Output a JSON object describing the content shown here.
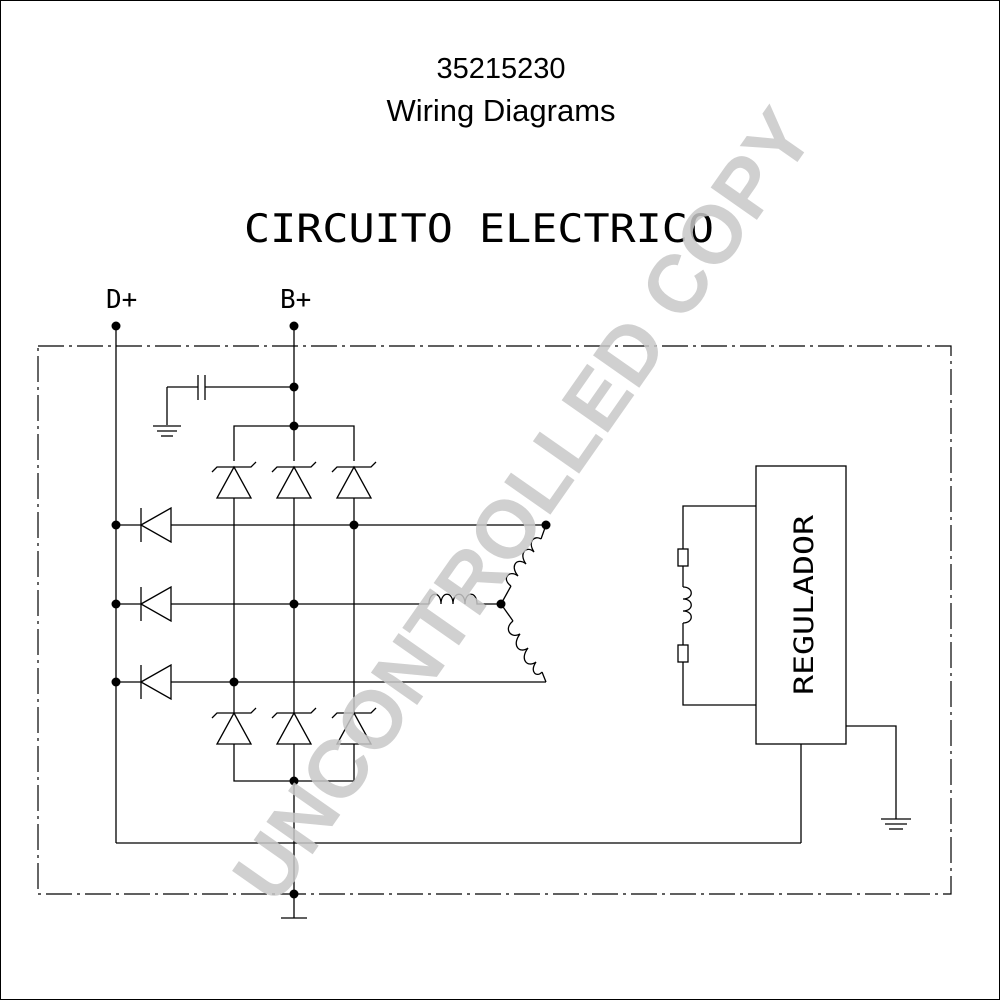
{
  "document": {
    "part_number": "35215230",
    "title": "Wiring Diagrams"
  },
  "diagram": {
    "heading": "CIRCUITO ELECTRICO",
    "terminals": {
      "d_plus": "D+",
      "b_plus": "B+"
    },
    "regulator_label": "REGULADOR"
  },
  "watermark": {
    "text": "UNCONTROLLED COPY",
    "color": "#c8c8c8"
  }
}
